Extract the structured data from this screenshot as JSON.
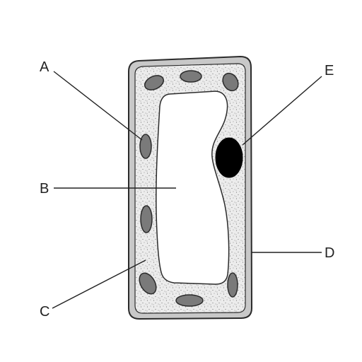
{
  "labels": {
    "a": "A",
    "b": "B",
    "c": "C",
    "d": "D",
    "e": "E"
  },
  "colors": {
    "cell_wall_fill": "#c8c8c8",
    "outline": "#2b2b2b",
    "cytoplasm": "#e9e9e9",
    "stipple": "#7a7a7a",
    "vacuole": "#ffffff",
    "chloroplast": "#7a7a7a",
    "nucleus": "#000000"
  }
}
